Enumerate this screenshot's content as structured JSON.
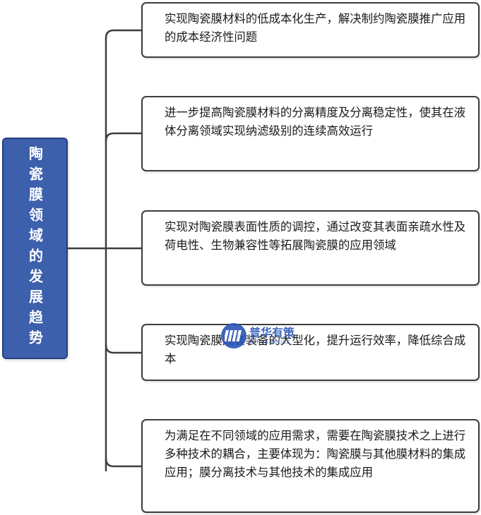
{
  "root": {
    "label": "陶瓷膜领域的发展趋势"
  },
  "branches": [
    {
      "text": "实现陶瓷膜材料的低成本化生产，解决制约陶瓷膜推广应用的成本经济性问题"
    },
    {
      "text": "进一步提高陶瓷膜材料的分离精度及分离稳定性，使其在液体分离领域实现纳滤级别的连续高效运行"
    },
    {
      "text": "实现对陶瓷膜表面性质的调控，通过改变其表面亲疏水性及荷电性、生物兼容性等拓展陶瓷膜的应用领域"
    },
    {
      "text": "实现陶瓷膜成套装备的大型化，提升运行效率，降低综合成本"
    },
    {
      "text": "为满足在不同领域的应用需求，需要在陶瓷膜技术之上进行多种技术的耦合，主要体现为：陶瓷膜与其他膜材料的集成应用；膜分离技术与其他技术的集成应用"
    }
  ],
  "watermark": {
    "name": "普华有策",
    "subtitle": "PUHUA POLICE"
  },
  "colors": {
    "root_fill": "#3d60ad",
    "root_border": "#233f82",
    "branch_border": "#3d3d3d",
    "connector": "#3d3d3d",
    "watermark": "#2a55b8"
  }
}
